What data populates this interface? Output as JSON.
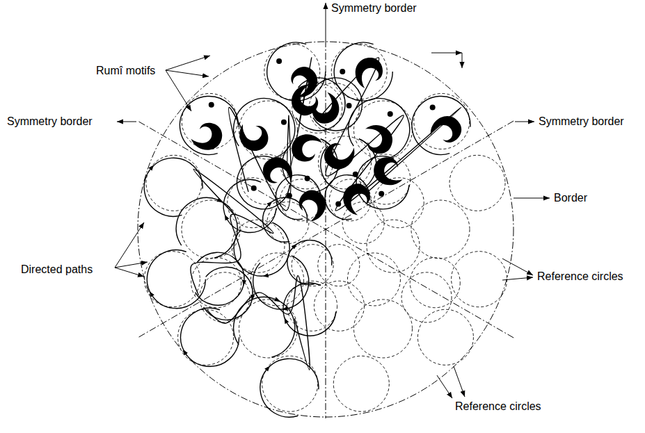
{
  "diagram": {
    "labels": [
      "Symmetry border",
      "Rumî motifs",
      "Symmetry border",
      "Symmetry border",
      "Border",
      "Directed paths",
      "Reference circles",
      "Reference circles"
    ]
  }
}
